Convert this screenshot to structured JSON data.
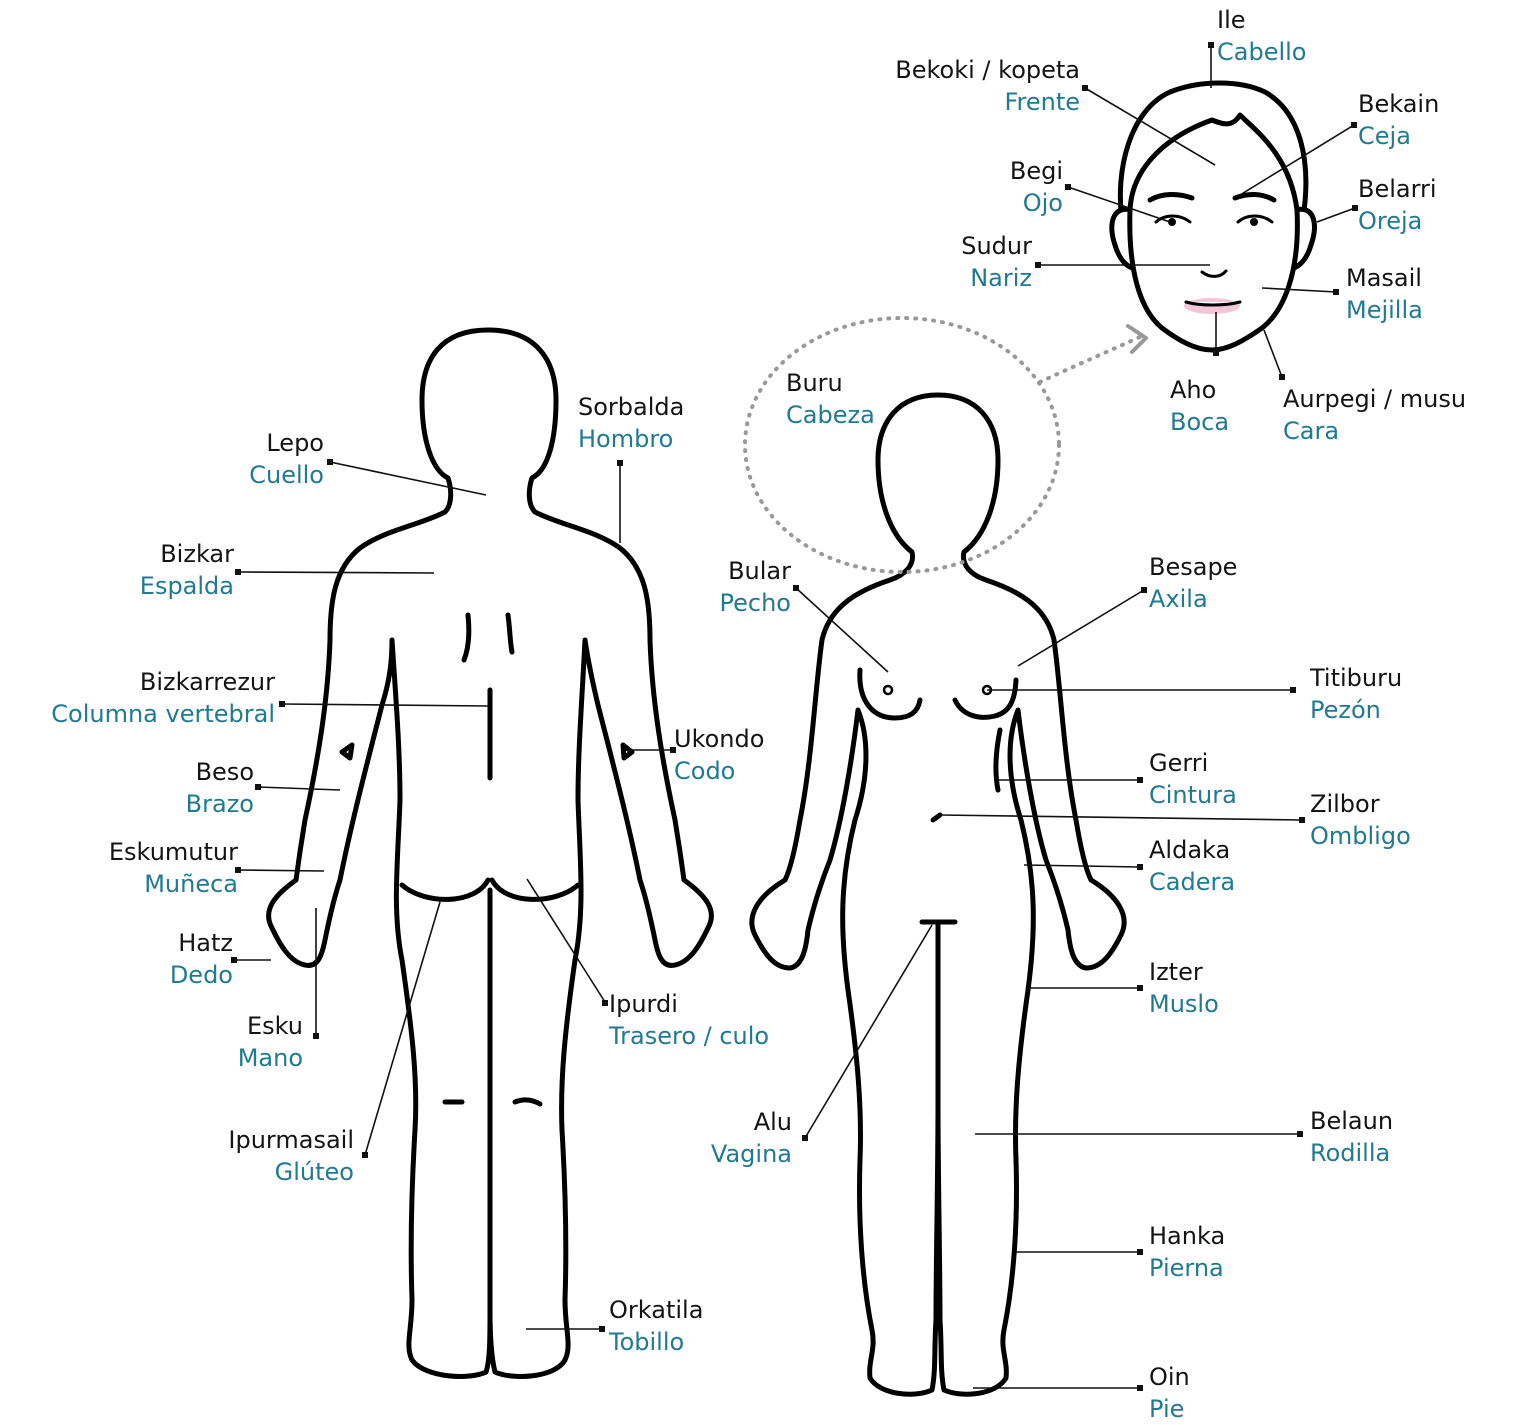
{
  "labels": {
    "ile": {
      "eu": "Ile",
      "es": "Cabello"
    },
    "bekoki": {
      "eu": "Bekoki / kopeta",
      "es": "Frente"
    },
    "bekain": {
      "eu": "Bekain",
      "es": "Ceja"
    },
    "begi": {
      "eu": "Begi",
      "es": "Ojo"
    },
    "belarri": {
      "eu": "Belarri",
      "es": "Oreja"
    },
    "sudur": {
      "eu": "Sudur",
      "es": "Nariz"
    },
    "masail": {
      "eu": "Masail",
      "es": "Mejilla"
    },
    "aho": {
      "eu": "Aho",
      "es": "Boca"
    },
    "aurpegi": {
      "eu": "Aurpegi / musu",
      "es": "Cara"
    },
    "buru": {
      "eu": "Buru",
      "es": "Cabeza"
    },
    "sorbalda": {
      "eu": "Sorbalda",
      "es": "Hombro"
    },
    "lepo": {
      "eu": "Lepo",
      "es": "Cuello"
    },
    "bizkar": {
      "eu": "Bizkar",
      "es": "Espalda"
    },
    "bizkarrezur": {
      "eu": "Bizkarrezur",
      "es": "Columna vertebral"
    },
    "ukondo": {
      "eu": "Ukondo",
      "es": "Codo"
    },
    "beso": {
      "eu": "Beso",
      "es": "Brazo"
    },
    "eskumutur": {
      "eu": "Eskumutur",
      "es": "Muñeca"
    },
    "hatz": {
      "eu": "Hatz",
      "es": "Dedo"
    },
    "esku": {
      "eu": "Esku",
      "es": "Mano"
    },
    "ipurdi": {
      "eu": "Ipurdi",
      "es": "Trasero / culo"
    },
    "ipurmasail": {
      "eu": "Ipurmasail",
      "es": "Glúteo"
    },
    "orkatila": {
      "eu": "Orkatila",
      "es": "Tobillo"
    },
    "bular": {
      "eu": "Bular",
      "es": "Pecho"
    },
    "besape": {
      "eu": "Besape",
      "es": "Axila"
    },
    "titiburu": {
      "eu": "Titiburu",
      "es": "Pezón"
    },
    "gerri": {
      "eu": "Gerri",
      "es": "Cintura"
    },
    "zilbor": {
      "eu": "Zilbor",
      "es": "Ombligo"
    },
    "aldaka": {
      "eu": "Aldaka",
      "es": "Cadera"
    },
    "izter": {
      "eu": "Izter",
      "es": "Muslo"
    },
    "alu": {
      "eu": "Alu",
      "es": "Vagina"
    },
    "belaun": {
      "eu": "Belaun",
      "es": "Rodilla"
    },
    "hanka": {
      "eu": "Hanka",
      "es": "Pierna"
    },
    "oin": {
      "eu": "Oin",
      "es": "Pie"
    }
  },
  "colors": {
    "basque_text": "#141414",
    "spanish_text": "#1f7a92",
    "lips": "#f2c6d6",
    "zoom_ring": "#999999"
  },
  "icons": {
    "zoom": "dotted-circle-arrow"
  }
}
